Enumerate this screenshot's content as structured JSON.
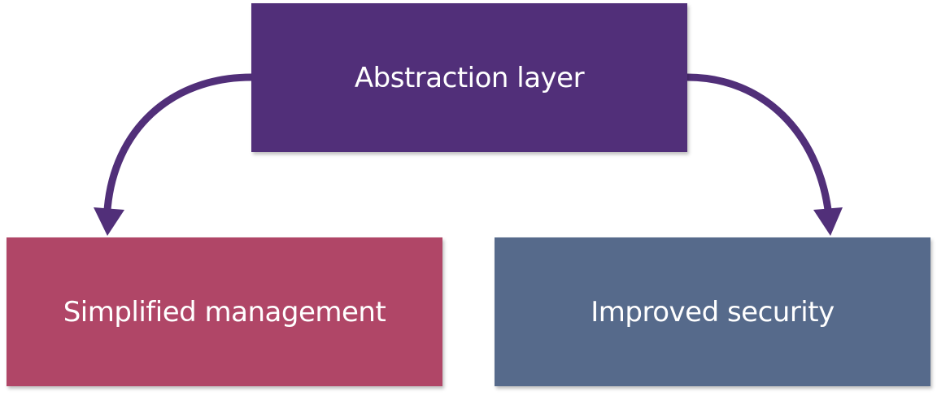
{
  "diagram": {
    "top_box": {
      "label": "Abstraction layer",
      "color": "#512f79"
    },
    "left_box": {
      "label": "Simplified management",
      "color": "#b04667"
    },
    "right_box": {
      "label": "Improved security",
      "color": "#566a8b"
    },
    "arrow_color": "#512f79"
  }
}
